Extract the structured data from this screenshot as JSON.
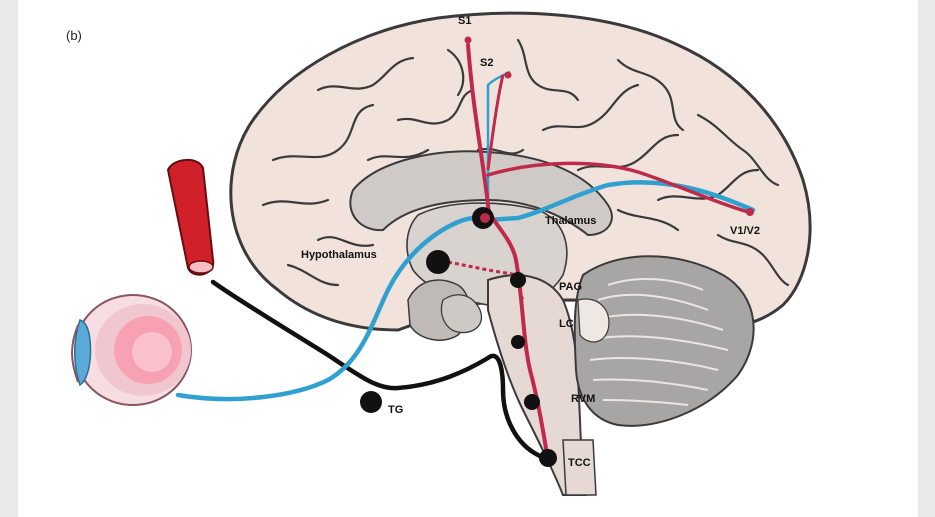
{
  "figure": {
    "panel_label": "(b)",
    "labels": {
      "s1": "S1",
      "s2": "S2",
      "thalamus": "Thalamus",
      "v1v2": "V1/V2",
      "hypothalamus": "Hypothalamus",
      "pag": "PAG",
      "lc": "LC",
      "rvm": "RVM",
      "tg": "TG",
      "tcc": "TCC"
    }
  },
  "colors": {
    "brain": "#f1e3dc",
    "brain_outline": "#3a3a3a",
    "inner_gray": "#cfcac6",
    "cerebellum": "#a8a6a4",
    "red_pathway": "#c0294a",
    "blue_pathway": "#2fa0cf",
    "black_pathway": "#111111",
    "vessel": "#d0202a",
    "eye_white": "#f0c7cf",
    "eye_pupil": "#f7a1b2",
    "eye_iris": "#5aa9d6"
  }
}
